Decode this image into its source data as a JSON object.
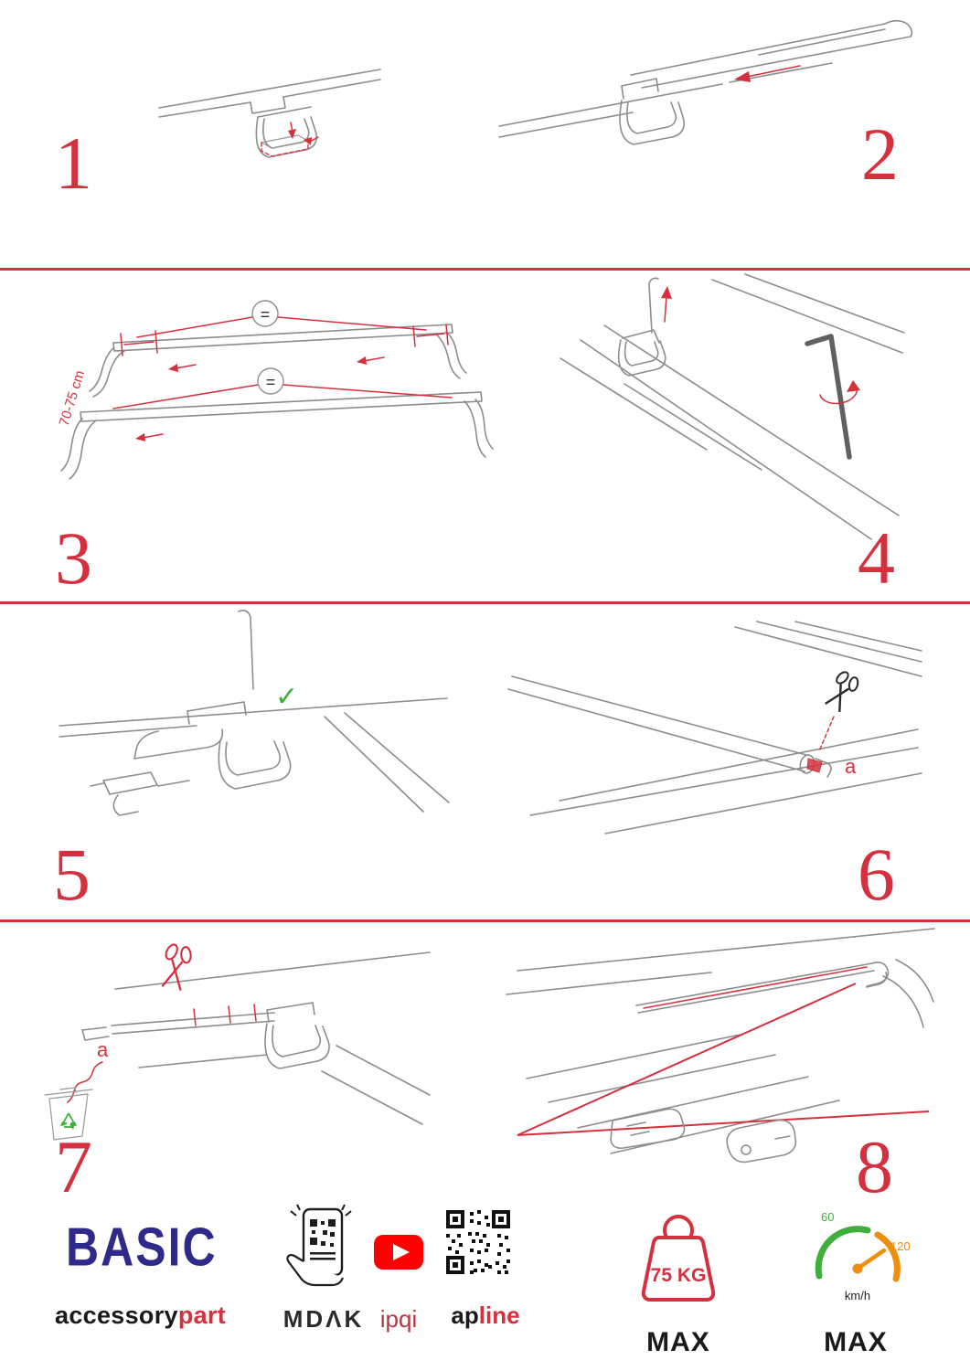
{
  "page": {
    "accent_red": "#d5303e",
    "line_gray": "#8d8d8d"
  },
  "steps": {
    "s1": {
      "num": "1"
    },
    "s2": {
      "num": "2"
    },
    "s3": {
      "num": "3",
      "measurement": "70-75 cm",
      "equals": "="
    },
    "s4": {
      "num": "4"
    },
    "s5": {
      "num": "5",
      "check": "✓"
    },
    "s6": {
      "num": "6",
      "label_a": "a"
    },
    "s7": {
      "num": "7",
      "label_a": "a"
    },
    "s8": {
      "num": "8"
    }
  },
  "footer": {
    "brand": "BASIC",
    "brand_sub_black": "accessory",
    "brand_sub_red": "part",
    "mdak": "MDΛK",
    "ipqi": "ipqi",
    "apline_black": "ap",
    "apline_red": "line",
    "weight_value": "75 KG",
    "weight_max": "MAX",
    "speed_green": "60",
    "speed_orange": "120",
    "speed_unit": "km/h",
    "speed_max": "MAX"
  }
}
